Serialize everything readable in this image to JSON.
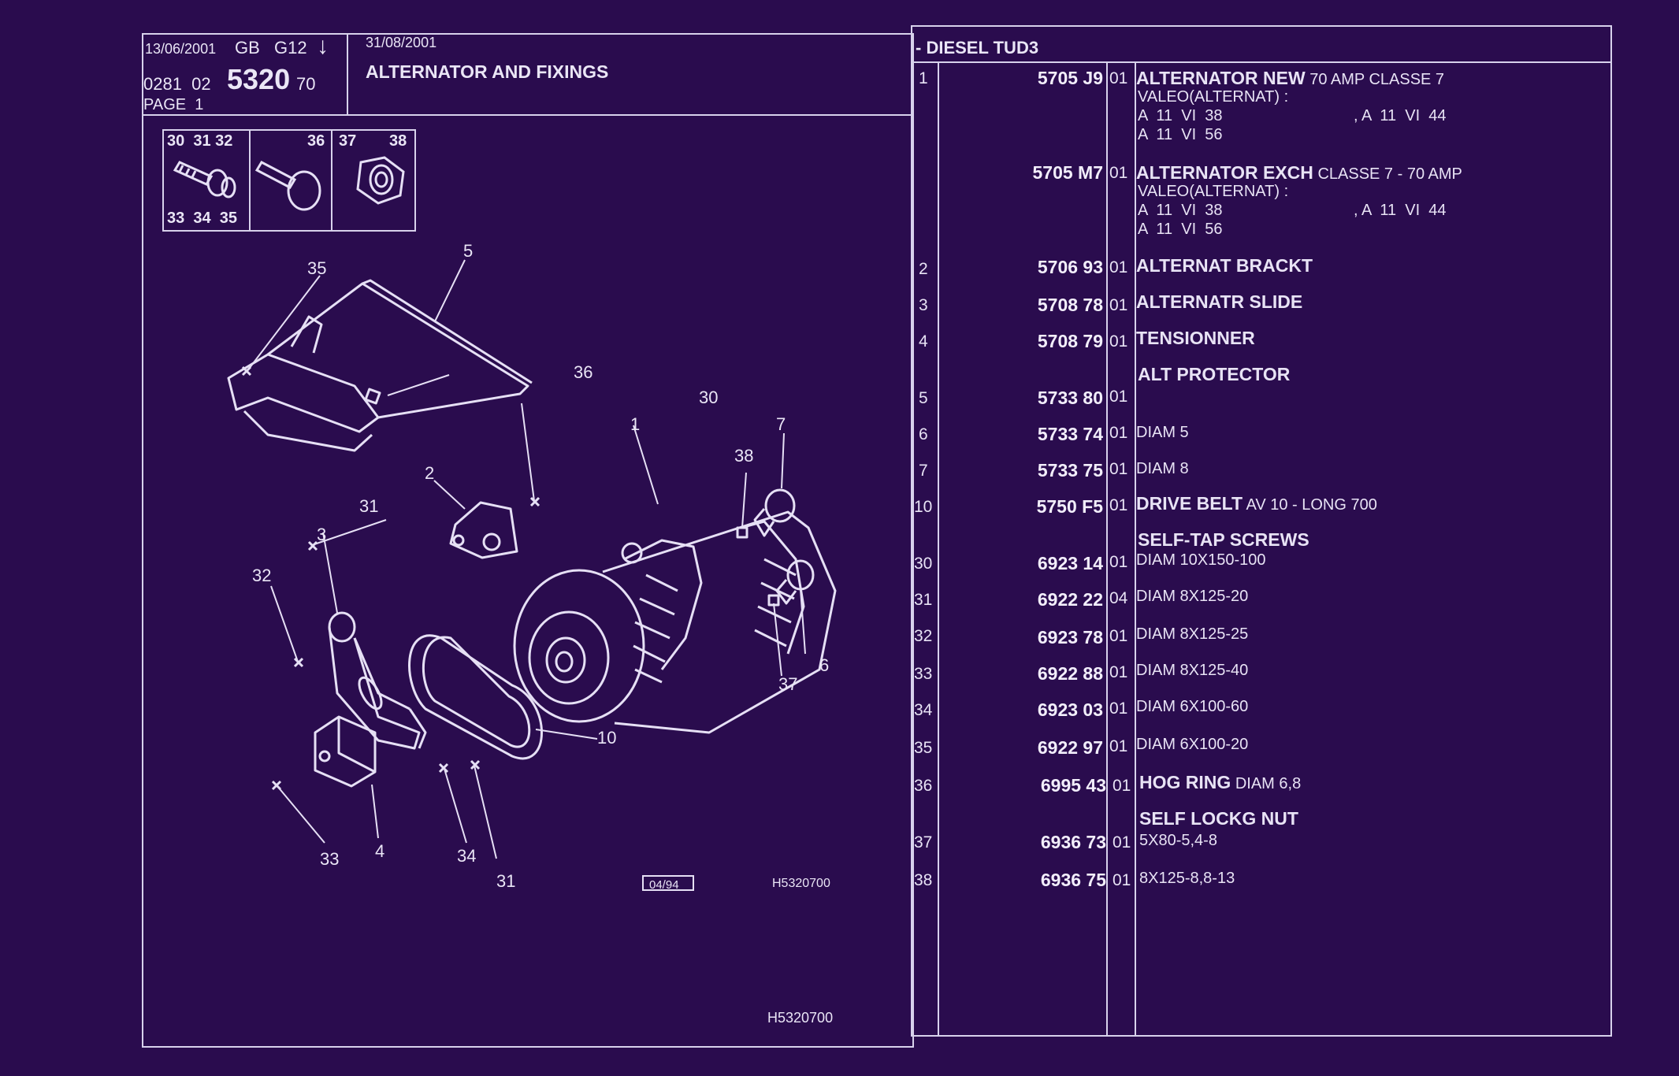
{
  "header": {
    "date1": "13/06/2001",
    "lang": "GB",
    "group": "G12",
    "arrow": "↓",
    "code_prefix": "0281  02",
    "code_main": "5320",
    "code_suffix": "70",
    "page": "PAGE  1",
    "date2": "31/08/2001",
    "title": "ALTERNATOR AND FIXINGS",
    "engine": "- DIESEL TUD3"
  },
  "legend": {
    "top1": "30  31 32",
    "top2": "36",
    "top3": "37",
    "top4": "38",
    "bottom1": "33  34  35"
  },
  "diagram": {
    "ref_small": "04/94",
    "ref_code": "H5320700",
    "ref_bottom": "H5320700",
    "callouts": [
      "35",
      "5",
      "36",
      "30",
      "1",
      "7",
      "38",
      "2",
      "31",
      "3",
      "32",
      "6",
      "37",
      "10",
      "4",
      "33",
      "34",
      "31"
    ]
  },
  "parts": [
    {
      "num": "1",
      "part": "5705 J9",
      "qty": "01",
      "bold": "ALTERNATOR NEW",
      "rest": " 70 AMP CLASSE 7",
      "sub": [
        "VALEO(ALTERNAT) :",
        "A  11  VI  38",
        ", A  11  VI  44",
        "A  11  VI  56"
      ]
    },
    {
      "num": "",
      "part": "5705 M7",
      "qty": "01",
      "bold": "ALTERNATOR EXCH",
      "rest": " CLASSE 7 - 70 AMP",
      "sub": [
        "VALEO(ALTERNAT) :",
        "A  11  VI  38",
        ", A  11  VI  44",
        "A  11  VI  56"
      ]
    },
    {
      "num": "2",
      "part": "5706 93",
      "qty": "01",
      "bold": "ALTERNAT BRACKT",
      "rest": ""
    },
    {
      "num": "3",
      "part": "5708 78",
      "qty": "01",
      "bold": "ALTERNATR SLIDE",
      "rest": ""
    },
    {
      "num": "4",
      "part": "5708 79",
      "qty": "01",
      "bold": "TENSIONNER",
      "rest": ""
    },
    {
      "heading": "ALT PROTECTOR"
    },
    {
      "num": "5",
      "part": "5733 80",
      "qty": "01",
      "bold": "",
      "rest": ""
    },
    {
      "num": "6",
      "part": "5733 74",
      "qty": "01",
      "bold": "",
      "rest": "DIAM 5"
    },
    {
      "num": "7",
      "part": "5733 75",
      "qty": "01",
      "bold": "",
      "rest": "DIAM 8"
    },
    {
      "num": "10",
      "part": "5750 F5",
      "qty": "01",
      "bold": "DRIVE BELT",
      "rest": " AV 10 - LONG 700"
    },
    {
      "heading": "SELF-TAP SCREWS"
    },
    {
      "num": "30",
      "part": "6923 14",
      "qty": "01",
      "bold": "",
      "rest": "DIAM 10X150-100"
    },
    {
      "num": "31",
      "part": "6922 22",
      "qty": "04",
      "bold": "",
      "rest": "DIAM 8X125-20"
    },
    {
      "num": "32",
      "part": "6923 78",
      "qty": "01",
      "bold": "",
      "rest": "DIAM 8X125-25"
    },
    {
      "num": "33",
      "part": "6922 88",
      "qty": "01",
      "bold": "",
      "rest": "DIAM 8X125-40"
    },
    {
      "num": "34",
      "part": "6923 03",
      "qty": "01",
      "bold": "",
      "rest": "DIAM 6X100-60"
    },
    {
      "num": "35",
      "part": "6922 97",
      "qty": "01",
      "bold": "",
      "rest": "DIAM 6X100-20"
    },
    {
      "num": "36",
      "part": "6995 43",
      "qty": "01",
      "bold": "HOG RING",
      "rest": " DIAM 6,8"
    },
    {
      "heading": "SELF LOCKG NUT"
    },
    {
      "num": "37",
      "part": "6936 73",
      "qty": "01",
      "bold": "",
      "rest": "5X80-5,4-8"
    },
    {
      "num": "38",
      "part": "6936 75",
      "qty": "01",
      "bold": "",
      "rest": "8X125-8,8-13"
    }
  ]
}
